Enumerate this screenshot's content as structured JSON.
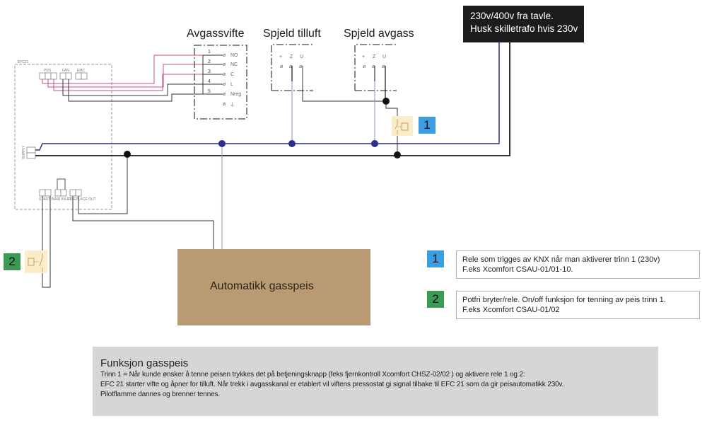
{
  "supply": {
    "line1": "230v/400v fra tavle.",
    "line2": "Husk skilletrafo hvis 230v"
  },
  "components": {
    "avgassvifte": {
      "title": "Avgassvifte",
      "terminal_numbers": [
        "1",
        "2",
        "3",
        "4",
        "5"
      ],
      "terminal_labels": [
        "NO",
        "NC",
        "C",
        "L",
        "Nreg",
        "⏚"
      ]
    },
    "spjeld_tilluft": {
      "title": "Spjeld tilluft",
      "terminal_labels": [
        "+",
        "Z",
        "U"
      ]
    },
    "spjeld_avgass": {
      "title": "Spjeld avgass",
      "terminal_labels": [
        "+",
        "Z",
        "U"
      ]
    },
    "efc": {
      "label": "EFC21",
      "connectors": [
        "PDS",
        "FAN",
        "EMC",
        "SUPPLY",
        "START IN",
        "AIR INLET",
        "FIREPLACE OUT"
      ]
    },
    "automatikk": {
      "label": "Automatikk gasspeis"
    }
  },
  "relays": [
    {
      "id": "1",
      "badge": "1",
      "color": "#3a9ee0"
    },
    {
      "id": "2",
      "badge": "2",
      "color": "#3c9a55"
    }
  ],
  "notes": [
    {
      "badge": "1",
      "line1": "Rele som trigges av KNX når man aktiverer trinn 1 (230v)",
      "line2": "F.eks Xcomfort CSAU-01/01-10."
    },
    {
      "badge": "2",
      "line1": "Potfri bryter/rele. On/off funksjon for tenning av peis trinn 1.",
      "line2": "F.eks Xcomfort CSAU-01/02"
    }
  ],
  "funksjon": {
    "title": "Funksjon gasspeis",
    "lines": [
      "Trinn 1 = Når kunde ønsker å tenne peisen trykkes det på betjeningsknapp (feks fjernkontroll Xcomfort CHSZ-02/02 ) og aktivere rele 1 og 2:",
      "EFC 21 starter vifte og åpner for tilluft. Når trekk i avgasskanal er etablert vil viftens pressostat gi signal tilbake til EFC 21 som da  gir peisautomatikk 230v.",
      "Pilotflamme dannes og brenner tennes."
    ]
  },
  "colors": {
    "phase_wire": "#2a2f8c",
    "neutral_wire": "#1a1a1a",
    "signal_wire": "#c0508a",
    "supply_box": "#1c1c1c",
    "automatikk_box": "#b99a72",
    "funksjon_box": "#d6d6d8",
    "relay_body": "#f9eec9"
  }
}
